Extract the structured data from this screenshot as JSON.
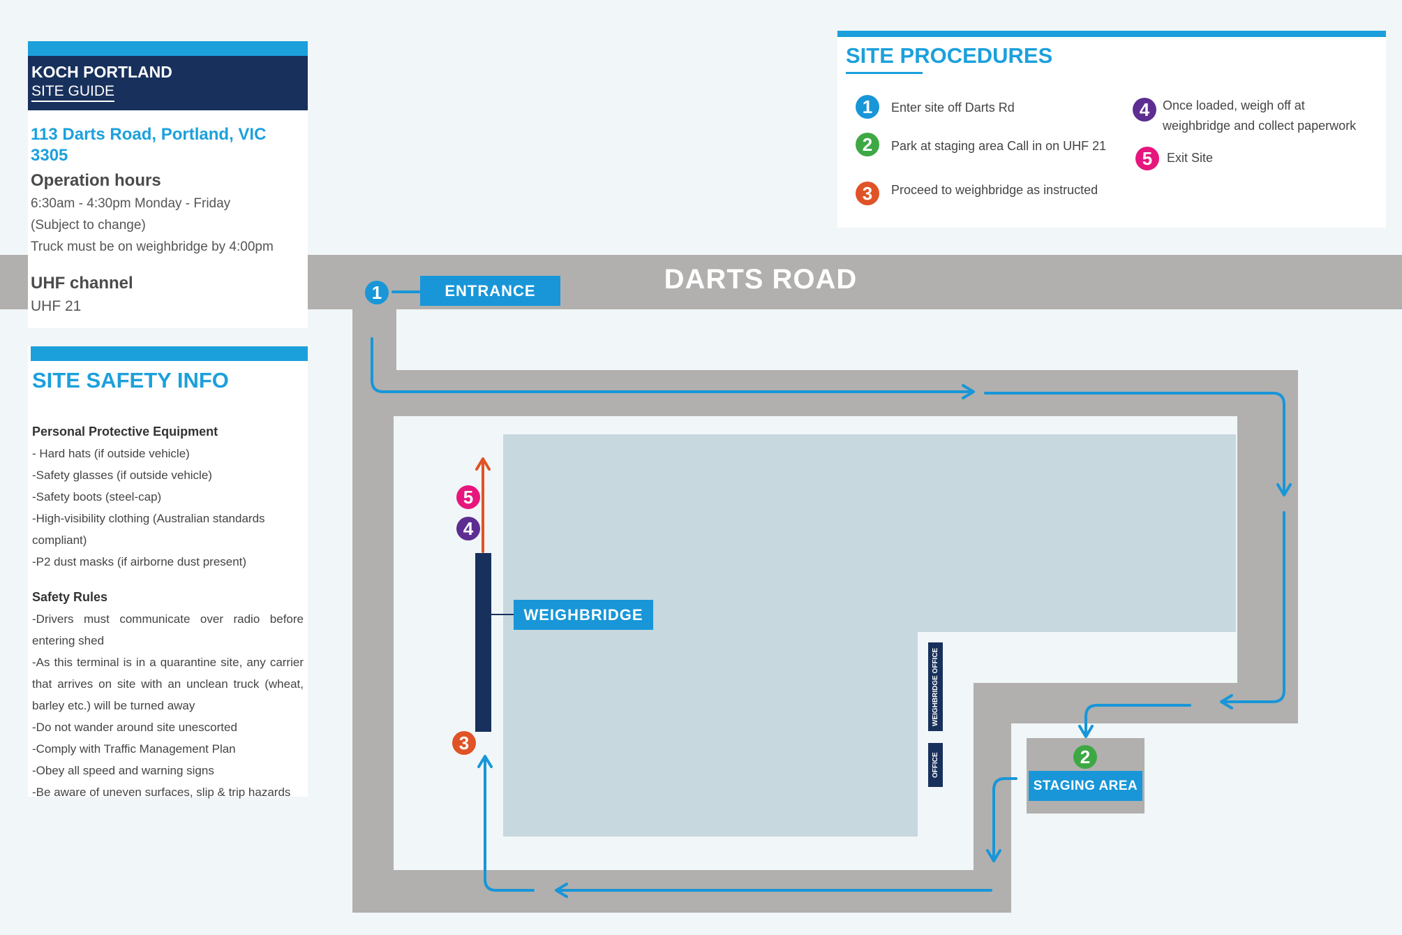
{
  "guide": {
    "company": "KOCH PORTLAND",
    "subtitle": "SITE GUIDE",
    "address": "113 Darts Road, Portland, VIC 3305",
    "hours_heading": "Operation hours",
    "hours_lines": [
      "6:30am - 4:30pm Monday - Friday",
      "(Subject to change)",
      "Truck must be on weighbridge by 4:00pm"
    ],
    "uhf_heading": "UHF channel",
    "uhf_value": "UHF 21"
  },
  "safety": {
    "heading": "SITE SAFETY INFO",
    "ppe_heading": "Personal Protective Equipment",
    "ppe_items": [
      "- Hard hats (if outside vehicle)",
      "-Safety glasses (if outside vehicle)",
      "-Safety boots (steel-cap)",
      "-High-visibility clothing (Australian standards compliant)",
      "-P2 dust masks (if airborne dust present)"
    ],
    "rules_heading": "Safety Rules",
    "rules": [
      "-Drivers must communicate over radio before entering shed",
      "-As this terminal is in a quarantine site, any carrier that arrives on site with an unclean truck (wheat, barley etc.) will be turned away",
      "-Do not wander around site unescorted",
      "-Comply with Traffic Management Plan",
      "-Obey all speed and warning signs",
      "-Be aware of uneven surfaces, slip & trip hazards"
    ]
  },
  "procedures": {
    "heading": "SITE PROCEDURES",
    "steps": [
      {
        "n": "1",
        "text": "Enter site off Darts Rd",
        "color": "#1896d8"
      },
      {
        "n": "2",
        "text": "Park at staging area Call in on UHF 21",
        "color": "#3ea845"
      },
      {
        "n": "3",
        "text": "Proceed to weighbridge as instructed",
        "color": "#e05326"
      },
      {
        "n": "4",
        "text": "Once loaded, weigh off at weighbridge and collect paperwork",
        "color": "#5d2d91"
      },
      {
        "n": "5",
        "text": "Exit Site",
        "color": "#e6167d"
      }
    ]
  },
  "map": {
    "road_label": "DARTS ROAD",
    "entrance_label": "ENTRANCE",
    "weighbridge_label": "WEIGHBRIDGE",
    "weighbridge_office_label": "WEIGHBRIDGE OFFICE",
    "office_label": "OFFICE",
    "staging_label": "STAGING AREA",
    "markers": {
      "m1": "1",
      "m2": "2",
      "m3": "3",
      "m4": "4",
      "m5": "5"
    }
  },
  "colors": {
    "road": "#b1b0ae",
    "route": "#1896d8",
    "navy": "#18305c",
    "building": "#c7d8df",
    "exit_arrow": "#e05326"
  }
}
